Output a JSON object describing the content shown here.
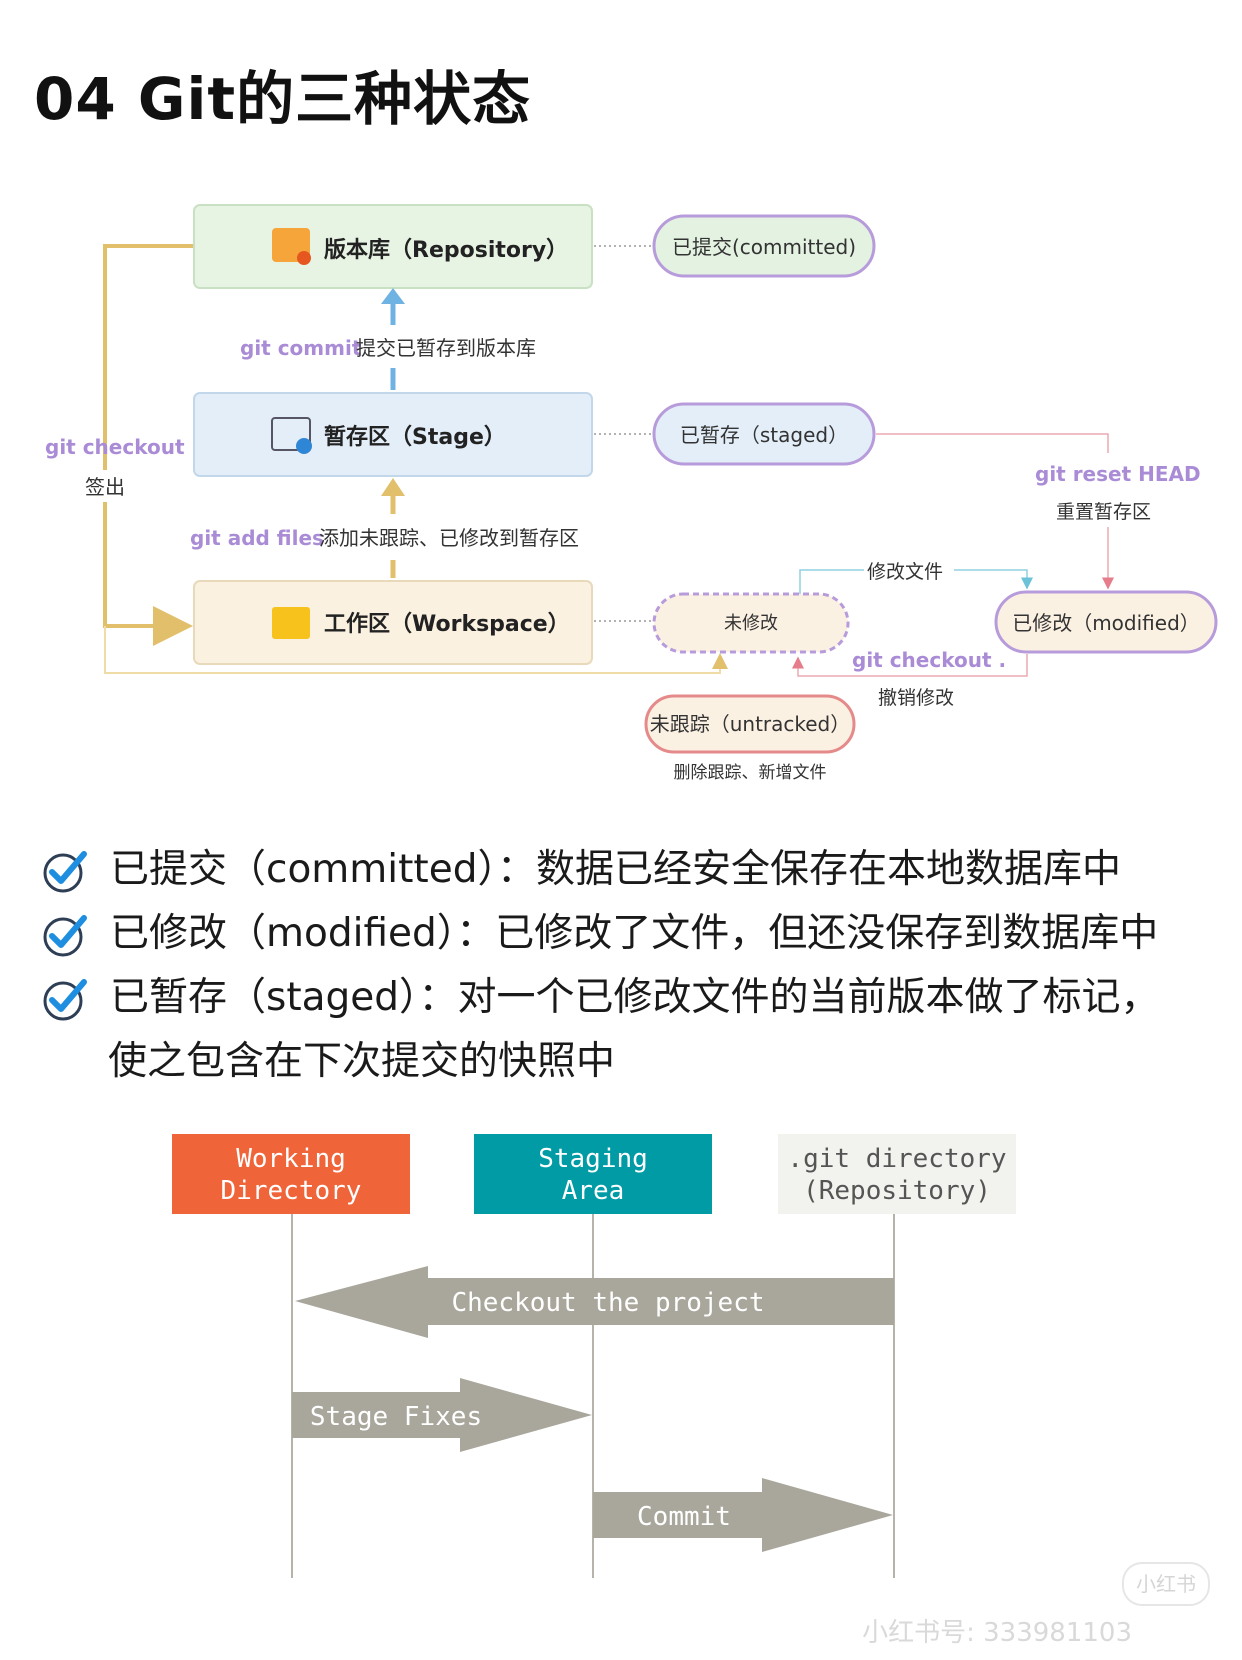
{
  "title": "04 Git的三种状态",
  "diagram1": {
    "repository_label": "版本库（Repository）",
    "stage_label": "暂存区（Stage）",
    "workspace_label": "工作区（Workspace）",
    "committed_state": "已提交(committed)",
    "staged_state": "已暂存（staged）",
    "unmodified_state": "未修改",
    "modified_state": "已修改（modified）",
    "untracked_state": "未跟踪（untracked）",
    "commit_cmd": "git commit",
    "commit_desc": "提交已暂存到版本库",
    "add_cmd": "git add files",
    "add_desc": "添加未跟踪、已修改到暂存区",
    "checkout_cmd": "git checkout",
    "checkout_desc": "签出",
    "reset_cmd": "git reset HEAD",
    "reset_desc": "重置暂存区",
    "modify_file": "修改文件",
    "checkout_dot_cmd": "git checkout .",
    "checkout_dot_desc": "撤销修改",
    "untracked_desc": "删除跟踪、新增文件"
  },
  "bullets": [
    {
      "text": "已提交（committed）：数据已经安全保存在本地数据库中"
    },
    {
      "text": "已修改（modified）：已修改了文件，但还没保存到数据库中"
    },
    {
      "text": "已暂存（staged）：对一个已修改文件的当前版本做了标记，",
      "cont": "使之包含在下次提交的快照中"
    }
  ],
  "diagram2": {
    "working_line1": "Working",
    "working_line2": "Directory",
    "staging_line1": "Staging",
    "staging_line2": "Area",
    "gitdir_line1": ".git directory",
    "gitdir_line2": "(Repository)",
    "checkout_arrow": "Checkout the project",
    "stage_arrow": "Stage Fixes",
    "commit_arrow": "Commit",
    "colors": {
      "working": "#f0643a",
      "staging": "#009ba5",
      "gitdir": "#f2f2ef",
      "arrow": "#a9a79c"
    }
  },
  "watermark": {
    "badge": "小红书",
    "text": "小红书号: 333981103"
  }
}
